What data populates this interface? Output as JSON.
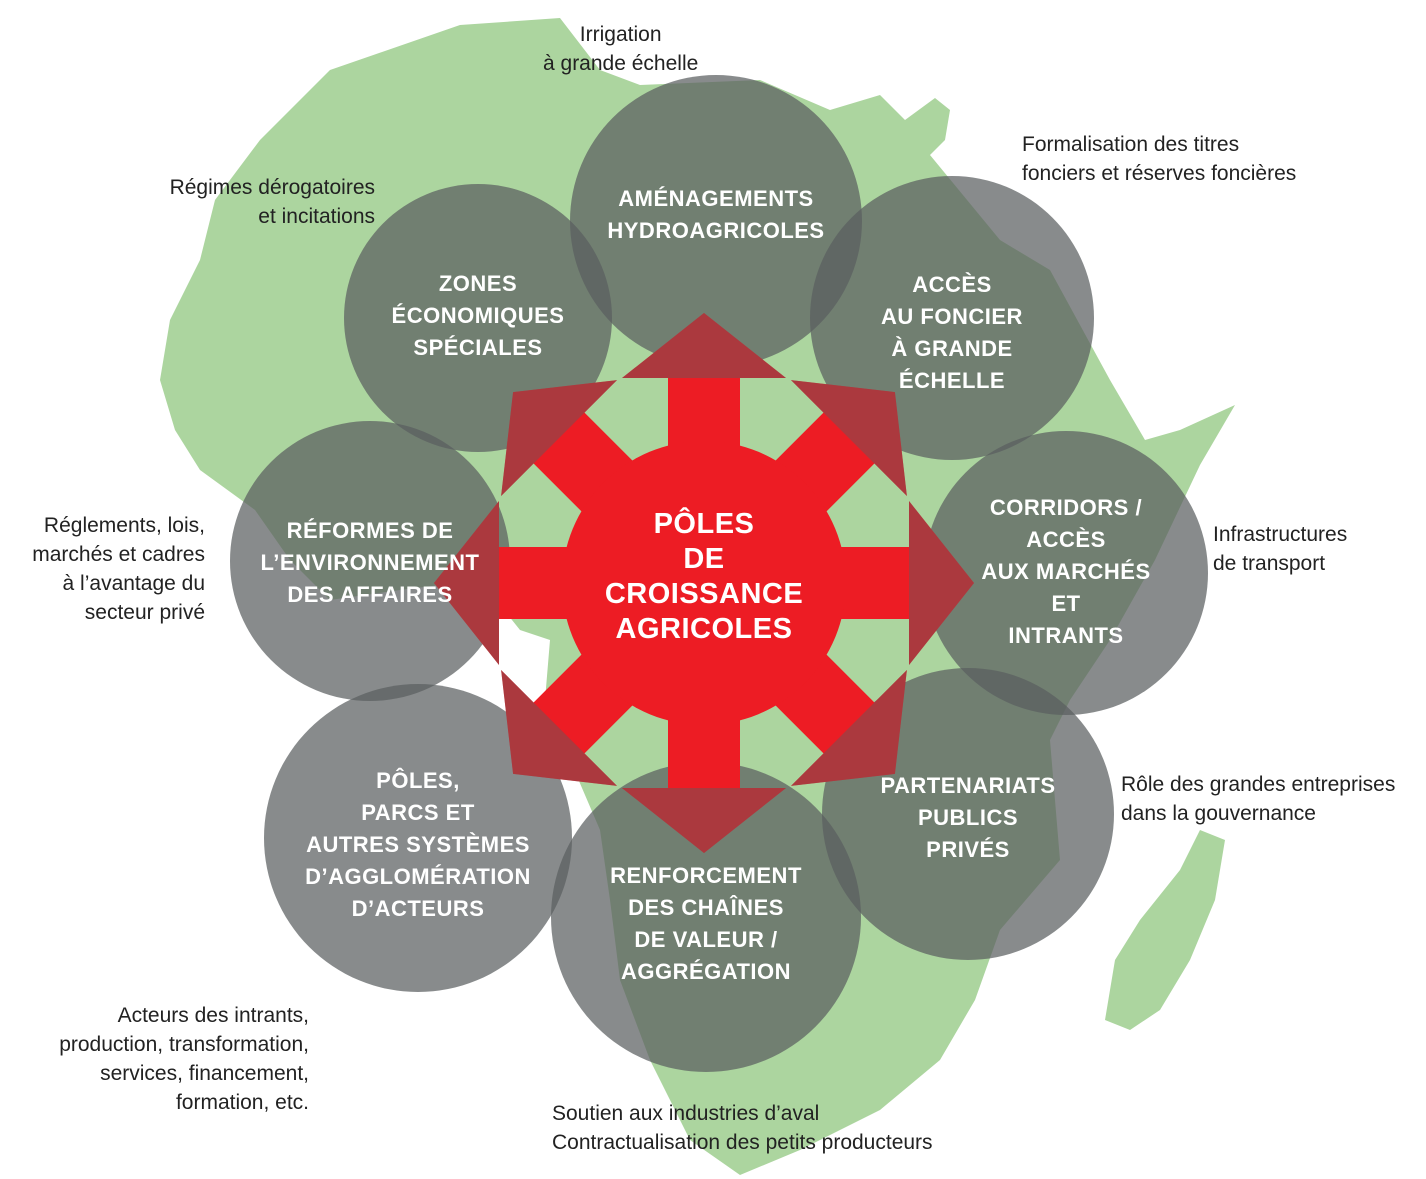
{
  "colors": {
    "map": "#acd59f",
    "circle": "#5a5e5f",
    "center": "#ed1c24",
    "arrow": "#ed1c24",
    "text": "#222222"
  },
  "center": {
    "lines": [
      "PÔLES",
      "DE",
      "CROISSANCE",
      "AGRICOLES"
    ]
  },
  "nodes": [
    {
      "id": "amenagements",
      "lines": [
        "AMÉNAGEMENTS",
        "HYDROAGRICOLES"
      ]
    },
    {
      "id": "acces-foncier",
      "lines": [
        "ACCÈS",
        "AU FONCIER",
        "À GRANDE",
        "ÉCHELLE"
      ]
    },
    {
      "id": "corridors",
      "lines": [
        "CORRIDORS /",
        "ACCÈS",
        "AUX MARCHÉS",
        "ET",
        "INTRANTS"
      ]
    },
    {
      "id": "partenariats",
      "lines": [
        "PARTENARIATS",
        "PUBLICS",
        "PRIVÉS"
      ]
    },
    {
      "id": "renforcement",
      "lines": [
        "RENFORCEMENT",
        "DES CHAÎNES",
        "DE VALEUR /",
        "AGGRÉGATION"
      ]
    },
    {
      "id": "poles-parcs",
      "lines": [
        "PÔLES,",
        "PARCS ET",
        "AUTRES SYSTÈMES",
        "D’AGGLOMÉRATION",
        "D’ACTEURS"
      ]
    },
    {
      "id": "reformes",
      "lines": [
        "RÉFORMES DE",
        "L’ENVIRONNEMENT",
        "DES AFFAIRES"
      ]
    },
    {
      "id": "zones",
      "lines": [
        "ZONES",
        "ÉCONOMIQUES",
        "SPÉCIALES"
      ]
    }
  ],
  "notes": {
    "irrigation": [
      "Irrigation",
      "à grande échelle"
    ],
    "formalisation": [
      "Formalisation des titres",
      "fonciers et réserves foncières"
    ],
    "regimes": [
      "Régimes dérogatoires",
      "et incitations"
    ],
    "reglements": [
      "Réglements, lois,",
      "marchés et cadres",
      "à l’avantage du",
      "secteur privé"
    ],
    "infrastructures": [
      "Infrastructures",
      "de transport"
    ],
    "role": [
      "Rôle des grandes entreprises",
      "dans la gouvernance"
    ],
    "acteurs": [
      "Acteurs des intrants,",
      "production, transformation,",
      "services, financement,",
      "formation, etc."
    ],
    "soutien": [
      "Soutien aux industries d’aval",
      "Contractualisation des petits producteurs"
    ]
  }
}
